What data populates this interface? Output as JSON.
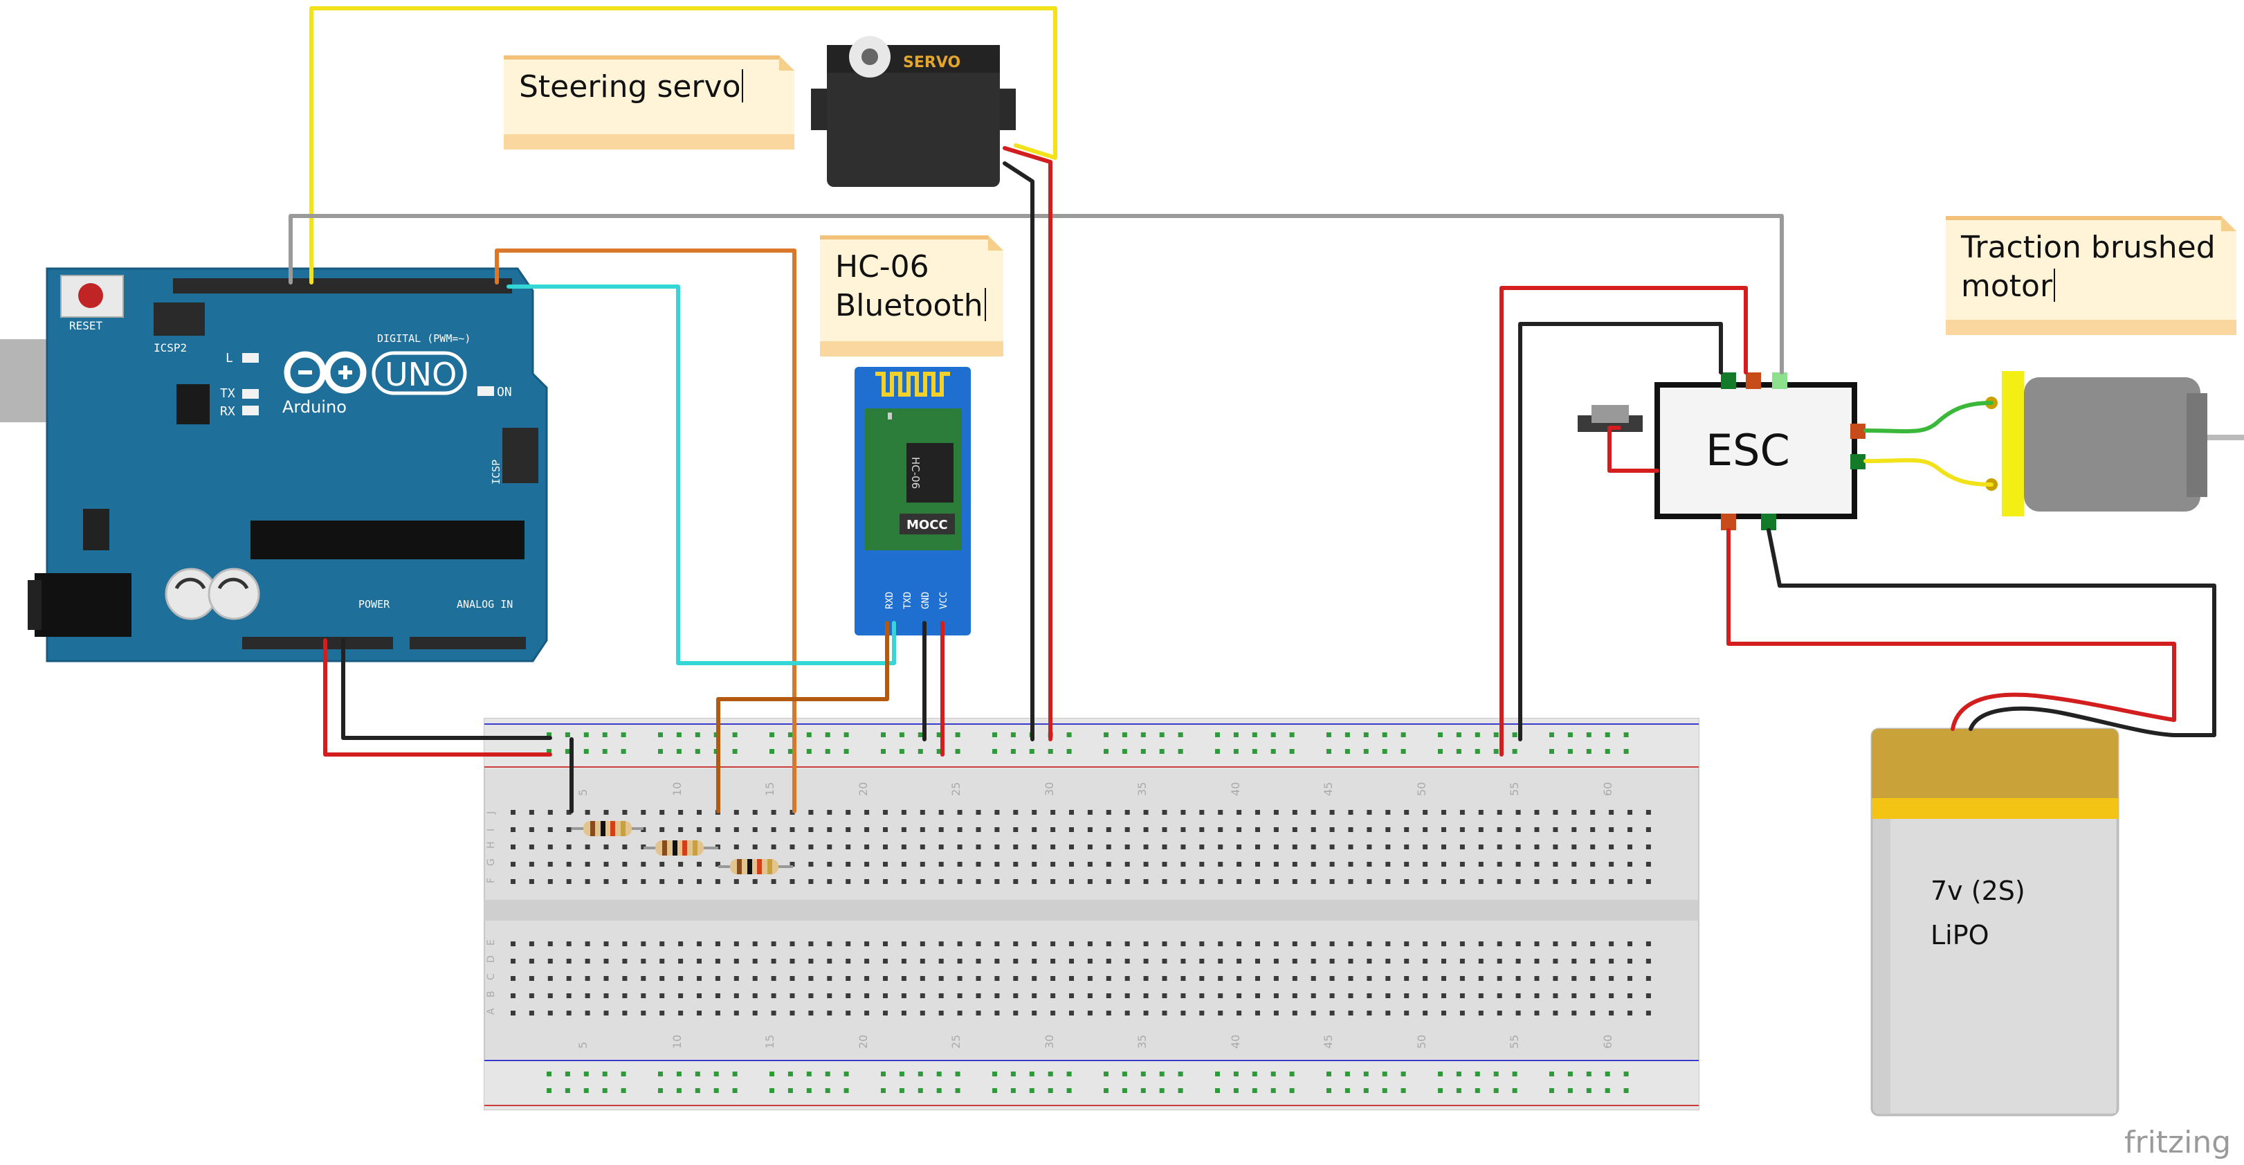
{
  "notes": {
    "servo": "Steering servo",
    "bluetooth_line1": "HC-06",
    "bluetooth_line2": "Bluetooth",
    "motor_line1": "Traction brushed",
    "motor_line2": "motor"
  },
  "components": {
    "servo_label": "SERVO",
    "hc06_chip": "HC-06",
    "hc06_brand": "MOCC",
    "hc06_pins": [
      "RXD",
      "TXD",
      "GND",
      "VCC"
    ],
    "esc_label": "ESC",
    "battery_line1": "7v (2S)",
    "battery_line2": "LiPO",
    "arduino_logo": "UNO",
    "arduino_brand": "Arduino",
    "arduino_reset": "RESET",
    "arduino_icsp2": "ICSP2",
    "arduino_icsp": "ICSP",
    "arduino_digital": "DIGITAL (PWM=~)",
    "arduino_power": "POWER",
    "arduino_analog": "ANALOG IN",
    "arduino_on": "ON",
    "arduino_tx": "TX",
    "arduino_rx": "RX",
    "arduino_l": "L"
  },
  "breadboard": {
    "column_numbers": [
      "5",
      "10",
      "15",
      "20",
      "25",
      "30",
      "35",
      "40",
      "45",
      "50",
      "55",
      "60"
    ],
    "row_letters_top": [
      "J",
      "I",
      "H",
      "G",
      "F"
    ],
    "row_letters_bottom": [
      "E",
      "D",
      "C",
      "B",
      "A"
    ]
  },
  "watermark": "fritzing",
  "colors": {
    "arduino": "#1f6f9b",
    "wire_yellow": "#f2e21a",
    "wire_gray": "#9a9a9a",
    "wire_orange": "#d9772b",
    "wire_cyan": "#35d6d6",
    "wire_brown": "#b35a10",
    "wire_red": "#d21e1e",
    "wire_black": "#222222",
    "wire_green": "#3ab83a",
    "esc_box": "#111111",
    "battery": "#e9c44a",
    "motor": "#8a8a8a"
  }
}
